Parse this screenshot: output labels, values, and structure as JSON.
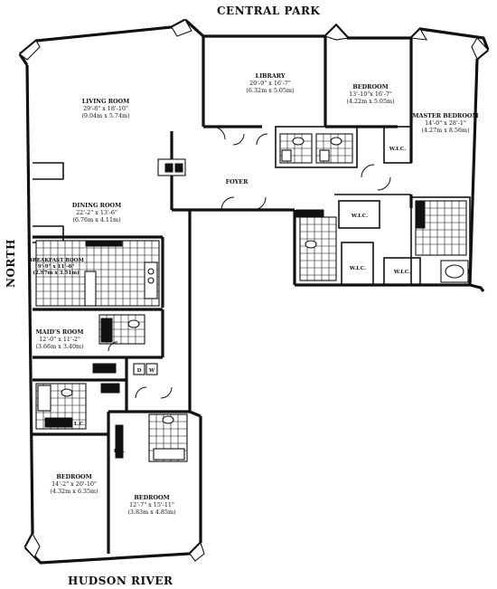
{
  "orientation": {
    "top": "CENTRAL PARK",
    "left": "NORTH",
    "bottom": "HUDSON RIVER"
  },
  "rooms": {
    "living_room": {
      "name": "LIVING ROOM",
      "dim_ft": "29'-8\" x 18'-10\"",
      "dim_m": "(9.04m x 5.74m)"
    },
    "library": {
      "name": "LIBRARY",
      "dim_ft": "20'-9\" x 16'-7\"",
      "dim_m": "(6.32m x 5.05m)"
    },
    "bedroom_north": {
      "name": "BEDROOM",
      "dim_ft": "13'-10\"x 16'-7\"",
      "dim_m": "(4.22m x 5.05m)"
    },
    "master_bedroom": {
      "name": "MASTER BEDROOM",
      "dim_ft": "14'-0\" x 28'-1\"",
      "dim_m": "(4.27m x 8.56m)"
    },
    "foyer": {
      "name": "FOYER"
    },
    "dining_room": {
      "name": "DINING ROOM",
      "dim_ft": "22'-2\" x 13'-6\"",
      "dim_m": "(6.76m x 4.11m)"
    },
    "breakfast_room": {
      "name": "BREAKFAST ROOM",
      "dim_ft": "9'-9\" x 11'-6\"",
      "dim_m": "(2.97m x 3.51m)"
    },
    "maids_room": {
      "name": "MAID'S ROOM",
      "dim_ft": "12'-0\" x 11'-2\"",
      "dim_m": "(3.66m x 3.40m)"
    },
    "bedroom_sw": {
      "name": "BEDROOM",
      "dim_ft": "14'-2\" x 20'-10\"",
      "dim_m": "(4.32m x 6.35m)"
    },
    "bedroom_s": {
      "name": "BEDROOM",
      "dim_ft": "12'-7\" x 15'-11\"",
      "dim_m": "(3.83m x 4.85m)"
    }
  },
  "small_labels": {
    "wic_master": "W.I.C.",
    "wic_1": "W.I.C.",
    "wic_2": "W.I.C.",
    "wic_3": "W.I.C.",
    "lc_1": "L.C.",
    "lc_2": "L.C.",
    "dryer": "D",
    "washer": "W"
  }
}
